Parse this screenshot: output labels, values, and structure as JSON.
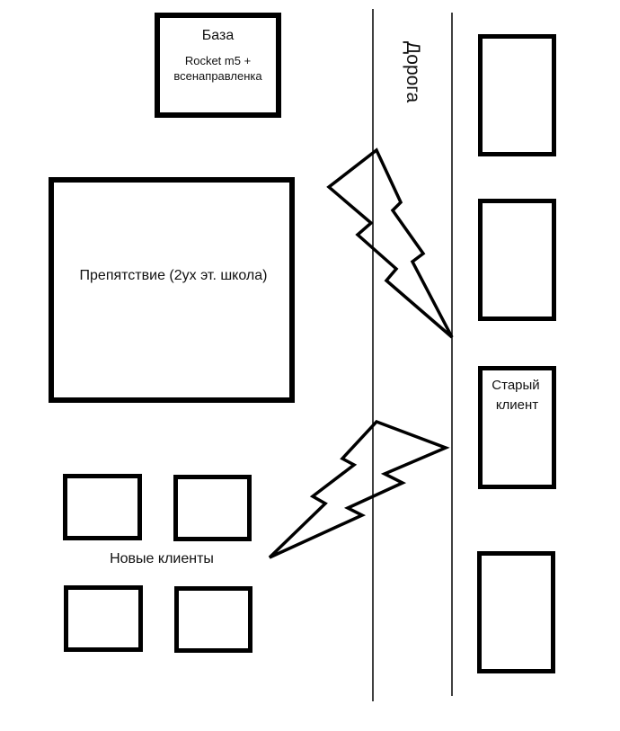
{
  "base": {
    "title": "База",
    "subtitle_line1": "Rocket m5 +",
    "subtitle_line2": "всенаправленка"
  },
  "road": {
    "label": "Дорога"
  },
  "obstacle": {
    "label": "Препятствие (2ух эт. школа)"
  },
  "old_client": {
    "label_line1": "Старый",
    "label_line2": "клиент"
  },
  "new_clients": {
    "label": "Новые клиенты",
    "count": 4
  },
  "right_houses": {
    "count": 4
  },
  "links": [
    {
      "from": "base",
      "to": "roadside-house",
      "icon": "lightning-icon"
    },
    {
      "from": "old-client",
      "to": "new-clients",
      "icon": "lightning-icon"
    }
  ],
  "colors": {
    "stroke": "#000000",
    "background": "#ffffff"
  }
}
